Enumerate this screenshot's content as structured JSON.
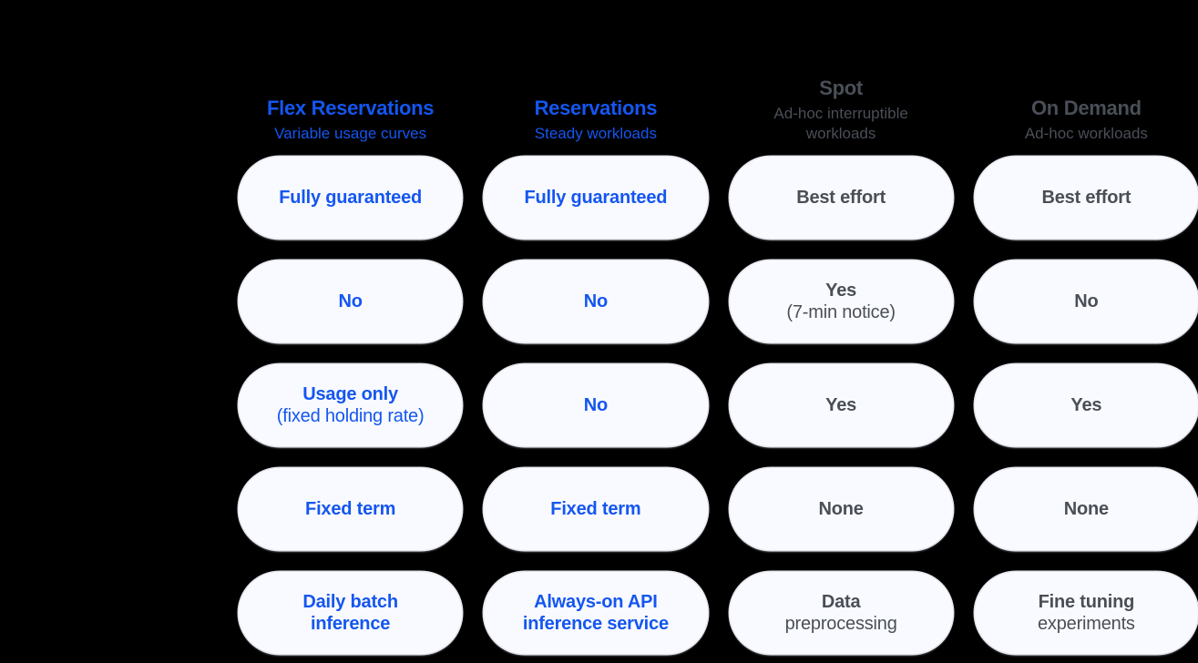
{
  "colors": {
    "background": "#000000",
    "accent_blue": "#1456f0",
    "neutral_grey": "#4a4f57",
    "pill_fill": "#f9faff",
    "pill_border": "#e4e6ec"
  },
  "columns": [
    {
      "title": "Flex Reservations",
      "subtitle": "Variable usage curves",
      "tone": "blue"
    },
    {
      "title": "Reservations",
      "subtitle": "Steady workloads",
      "tone": "blue"
    },
    {
      "title": "Spot",
      "subtitle": "Ad-hoc interruptible workloads",
      "tone": "grey"
    },
    {
      "title": "On Demand",
      "subtitle": "Ad-hoc workloads",
      "tone": "grey"
    }
  ],
  "rows": [
    {
      "name": "capacity-assurance",
      "cells": [
        {
          "main": "Fully guaranteed",
          "sub": "",
          "tone": "blue",
          "both_bold": false
        },
        {
          "main": "Fully guaranteed",
          "sub": "",
          "tone": "blue",
          "both_bold": false
        },
        {
          "main": "Best effort",
          "sub": "",
          "tone": "grey",
          "both_bold": false
        },
        {
          "main": "Best effort",
          "sub": "",
          "tone": "grey",
          "both_bold": false
        }
      ]
    },
    {
      "name": "preemptible",
      "cells": [
        {
          "main": "No",
          "sub": "",
          "tone": "blue",
          "both_bold": false
        },
        {
          "main": "No",
          "sub": "",
          "tone": "blue",
          "both_bold": false
        },
        {
          "main": "Yes",
          "sub": "(7-min notice)",
          "tone": "grey",
          "both_bold": false
        },
        {
          "main": "No",
          "sub": "",
          "tone": "grey",
          "both_bold": false
        }
      ]
    },
    {
      "name": "usage-based-billing",
      "cells": [
        {
          "main": "Usage only",
          "sub": "(fixed holding rate)",
          "tone": "blue",
          "both_bold": false
        },
        {
          "main": "No",
          "sub": "",
          "tone": "blue",
          "both_bold": false
        },
        {
          "main": "Yes",
          "sub": "",
          "tone": "grey",
          "both_bold": false
        },
        {
          "main": "Yes",
          "sub": "",
          "tone": "grey",
          "both_bold": false
        }
      ]
    },
    {
      "name": "commitment",
      "cells": [
        {
          "main": "Fixed term",
          "sub": "",
          "tone": "blue",
          "both_bold": false
        },
        {
          "main": "Fixed term",
          "sub": "",
          "tone": "blue",
          "both_bold": false
        },
        {
          "main": "None",
          "sub": "",
          "tone": "grey",
          "both_bold": false
        },
        {
          "main": "None",
          "sub": "",
          "tone": "grey",
          "both_bold": false
        }
      ]
    },
    {
      "name": "ideal-workload",
      "cells": [
        {
          "main": "Daily batch",
          "sub": "inference",
          "tone": "blue",
          "both_bold": true
        },
        {
          "main": "Always-on API",
          "sub": "inference service",
          "tone": "blue",
          "both_bold": true
        },
        {
          "main": "Data",
          "sub": "preprocessing",
          "tone": "grey",
          "both_bold": false
        },
        {
          "main": "Fine tuning",
          "sub": "experiments",
          "tone": "grey",
          "both_bold": false
        }
      ]
    }
  ]
}
